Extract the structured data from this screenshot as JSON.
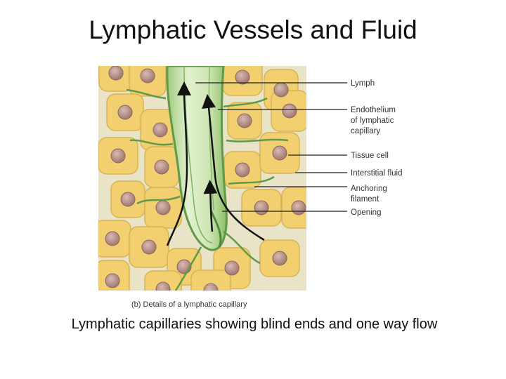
{
  "slide": {
    "title": "Lymphatic Vessels and Fluid",
    "caption": "Lymphatic capillaries showing blind ends and one way flow"
  },
  "figure": {
    "subcaption": "(b) Details of a lymphatic capillary",
    "labels": {
      "lymph": "Lymph",
      "endothelium_1": "Endothelium",
      "endothelium_2": "of lymphatic",
      "endothelium_3": "capillary",
      "tissue_cell": "Tissue cell",
      "interstitial_fluid": "Interstitial fluid",
      "anchoring_1": "Anchoring",
      "anchoring_2": "filament",
      "opening": "Opening"
    },
    "colors": {
      "tissue_cell": "#f2cf6f",
      "nucleus": "#b58f86",
      "capillary": "#cfe5b0",
      "capillary_edge": "#5f9a48",
      "flow_arrow": "#111111"
    }
  }
}
